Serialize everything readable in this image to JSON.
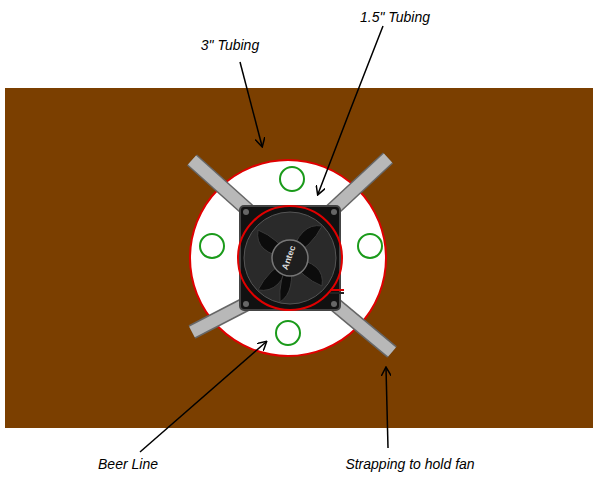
{
  "diagram": {
    "labels": [
      "3\" Tubing",
      "1.5\" Tubing",
      "Beer Line",
      "Strapping to hold fan",
      "Antec"
    ]
  }
}
